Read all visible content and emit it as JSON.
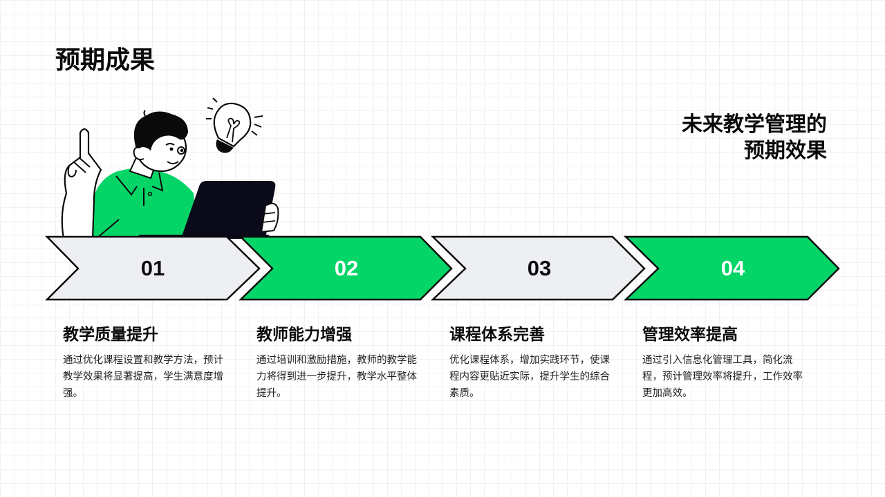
{
  "page": {
    "title": "预期成果",
    "subtitle_lines": [
      "未来教学管理的",
      "预期效果"
    ]
  },
  "colors": {
    "accent_green": "#05d467",
    "chevron_gray": "#eeeff2",
    "outline": "#0a0a0a",
    "text_dark": "#0a0a0a",
    "text_body": "#222222"
  },
  "illustration": {
    "description": "man-with-tablet-pointing-finger-lightbulb",
    "icons": [
      "person-icon",
      "tablet-icon",
      "lightbulb-icon",
      "raised-finger-hand-icon"
    ]
  },
  "steps": [
    {
      "number": "01",
      "style": "gray",
      "title": "教学质量提升",
      "description": "通过优化课程设置和教学方法，预计教学效果将显著提高，学生满意度增强。"
    },
    {
      "number": "02",
      "style": "green",
      "title": "教师能力增强",
      "description": "通过培训和激励措施，教师的教学能力将得到进一步提升，教学水平整体提升。"
    },
    {
      "number": "03",
      "style": "gray",
      "title": "课程体系完善",
      "description": "优化课程体系，增加实践环节，使课程内容更贴近实际，提升学生的综合素质。"
    },
    {
      "number": "04",
      "style": "green",
      "title": "管理效率提高",
      "description": "通过引入信息化管理工具，简化流程，预计管理效率将提升，工作效率更加高效。"
    }
  ]
}
